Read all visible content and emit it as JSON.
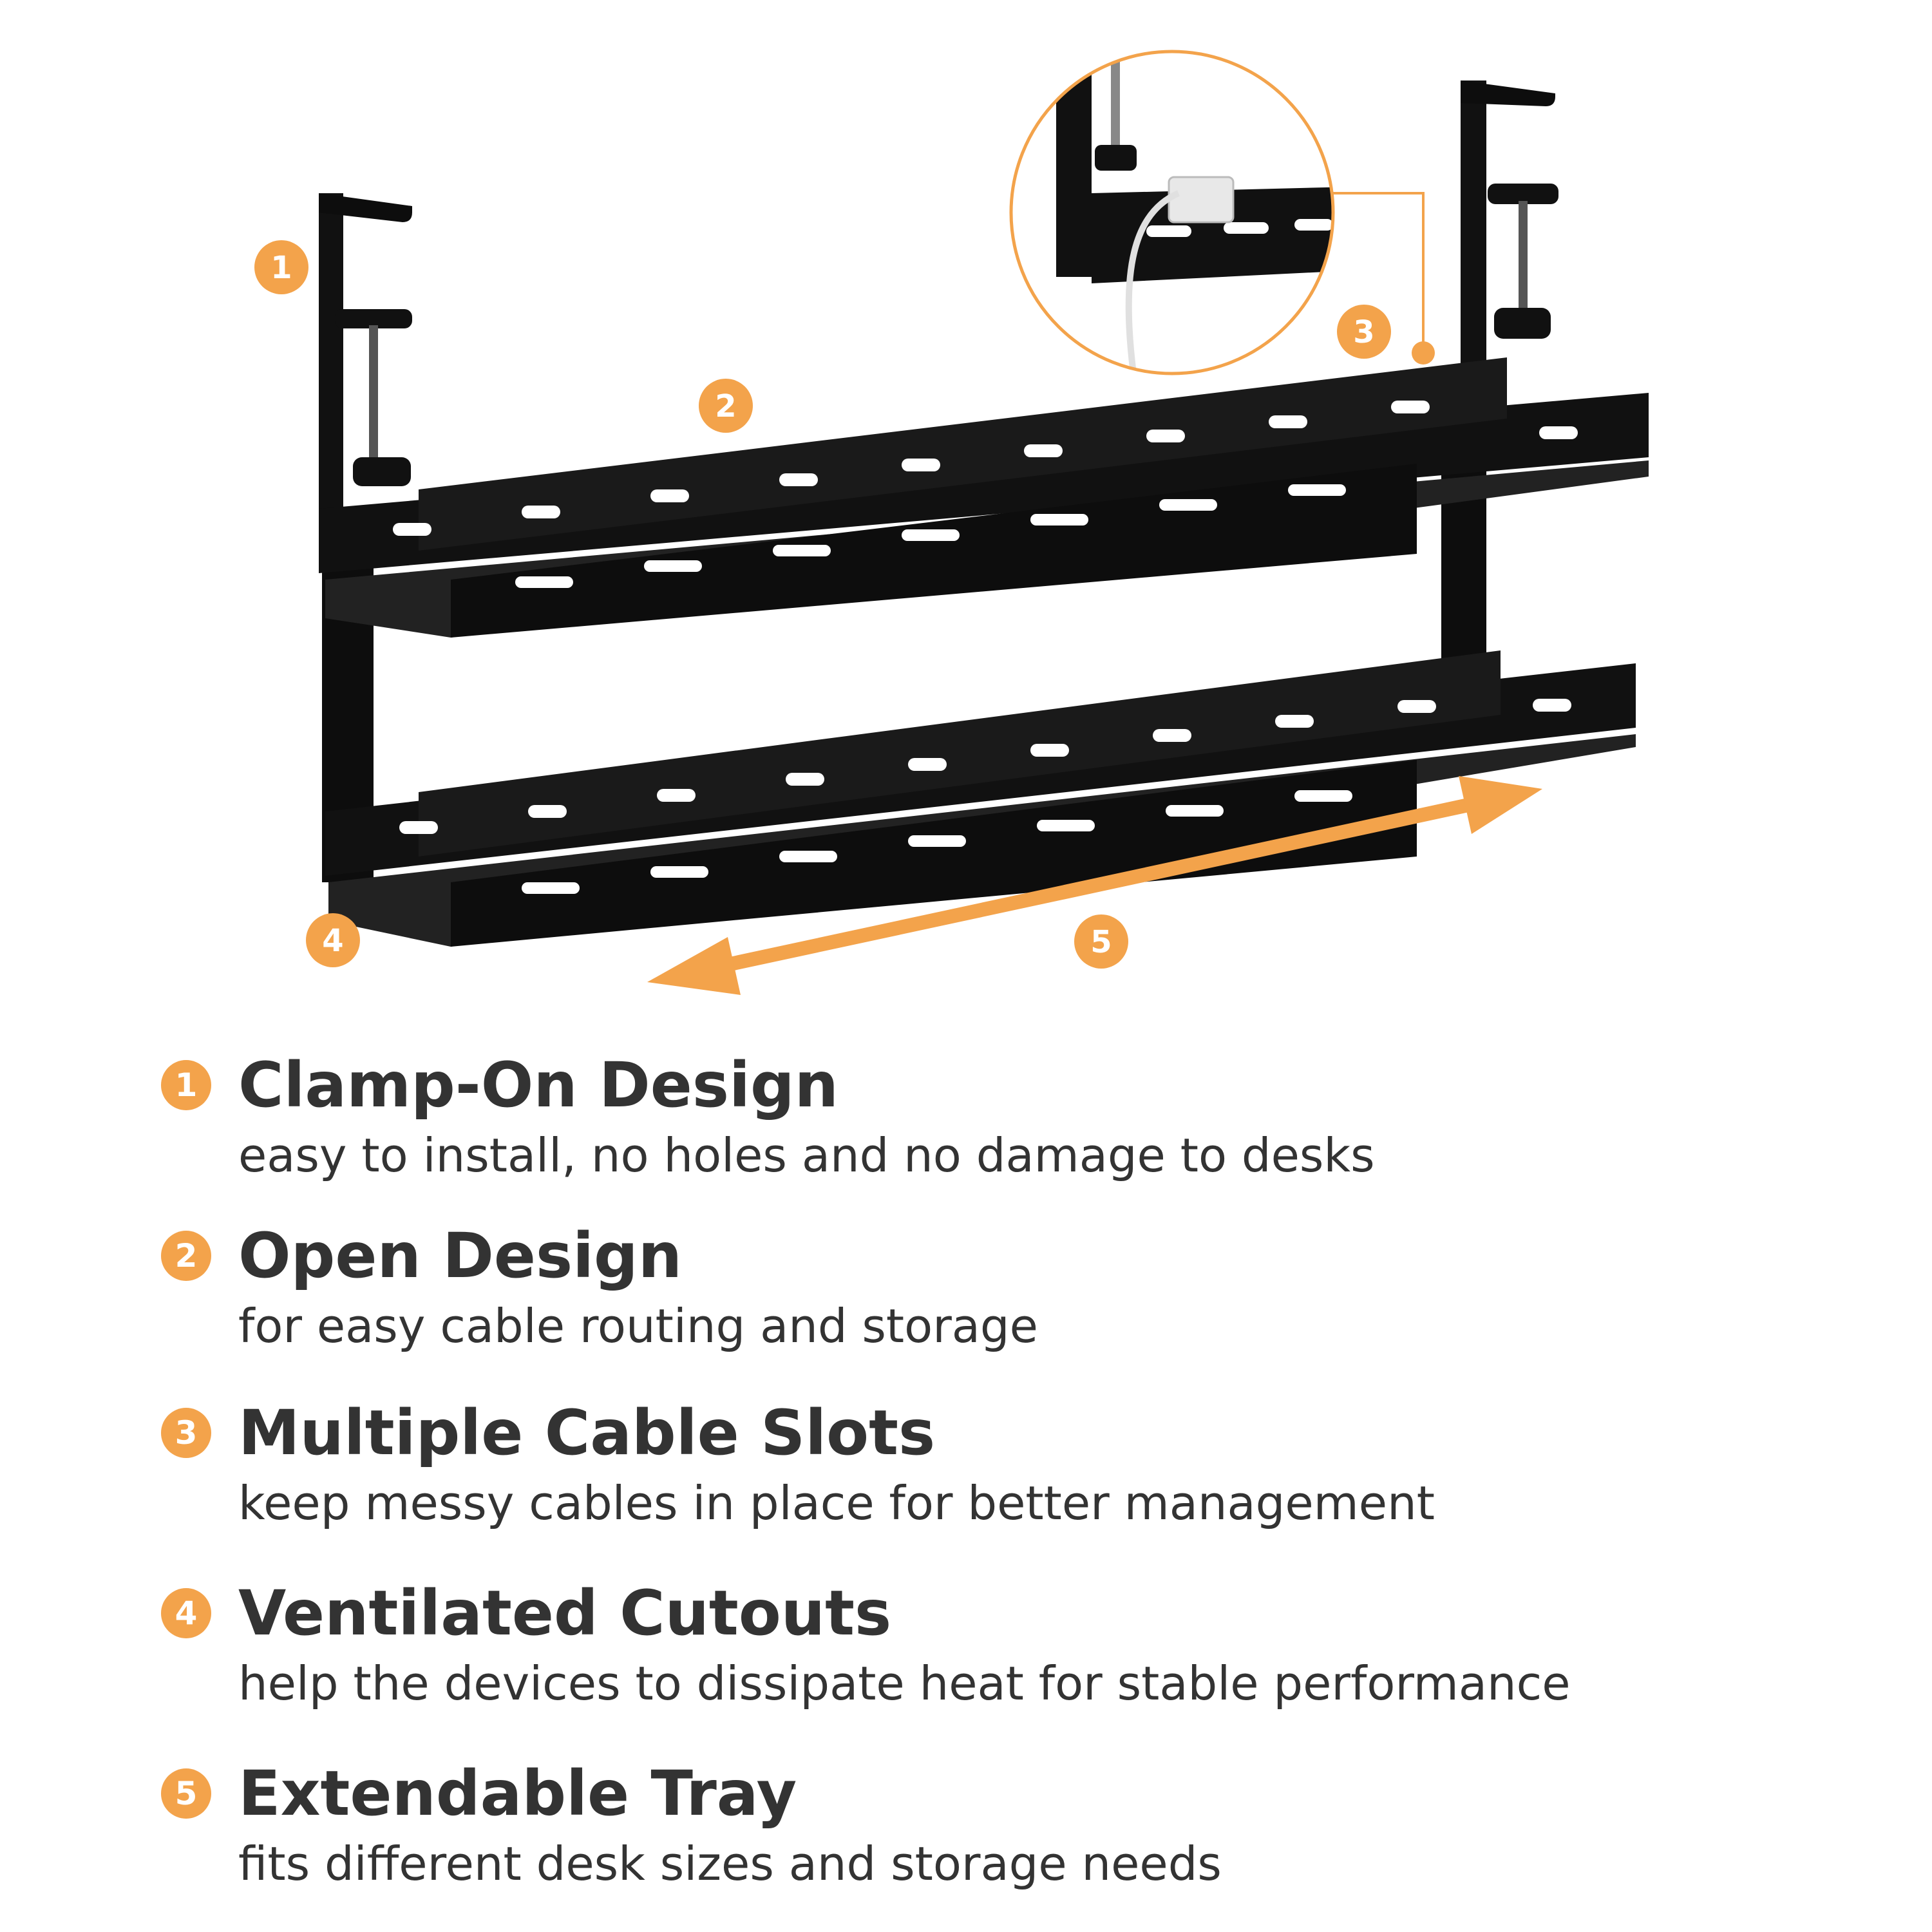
{
  "colors": {
    "accent": "#f3a34b",
    "product": "#0d0d0d",
    "text": "#333333",
    "background": "#ffffff"
  },
  "callouts": [
    {
      "number": "1"
    },
    {
      "number": "2"
    },
    {
      "number": "3"
    },
    {
      "number": "4"
    },
    {
      "number": "5"
    }
  ],
  "features": [
    {
      "number": "1",
      "title": "Clamp-On Design",
      "description": "easy to install, no holes and no damage to desks"
    },
    {
      "number": "2",
      "title": "Open Design",
      "description": "for easy cable routing and storage"
    },
    {
      "number": "3",
      "title": "Multiple Cable Slots",
      "description": "keep messy cables in place for better management"
    },
    {
      "number": "4",
      "title": "Ventilated Cutouts",
      "description": "help the devices to dissipate heat for stable performance"
    },
    {
      "number": "5",
      "title": "Extendable Tray",
      "description": "fits different desk sizes and storage needs"
    }
  ]
}
